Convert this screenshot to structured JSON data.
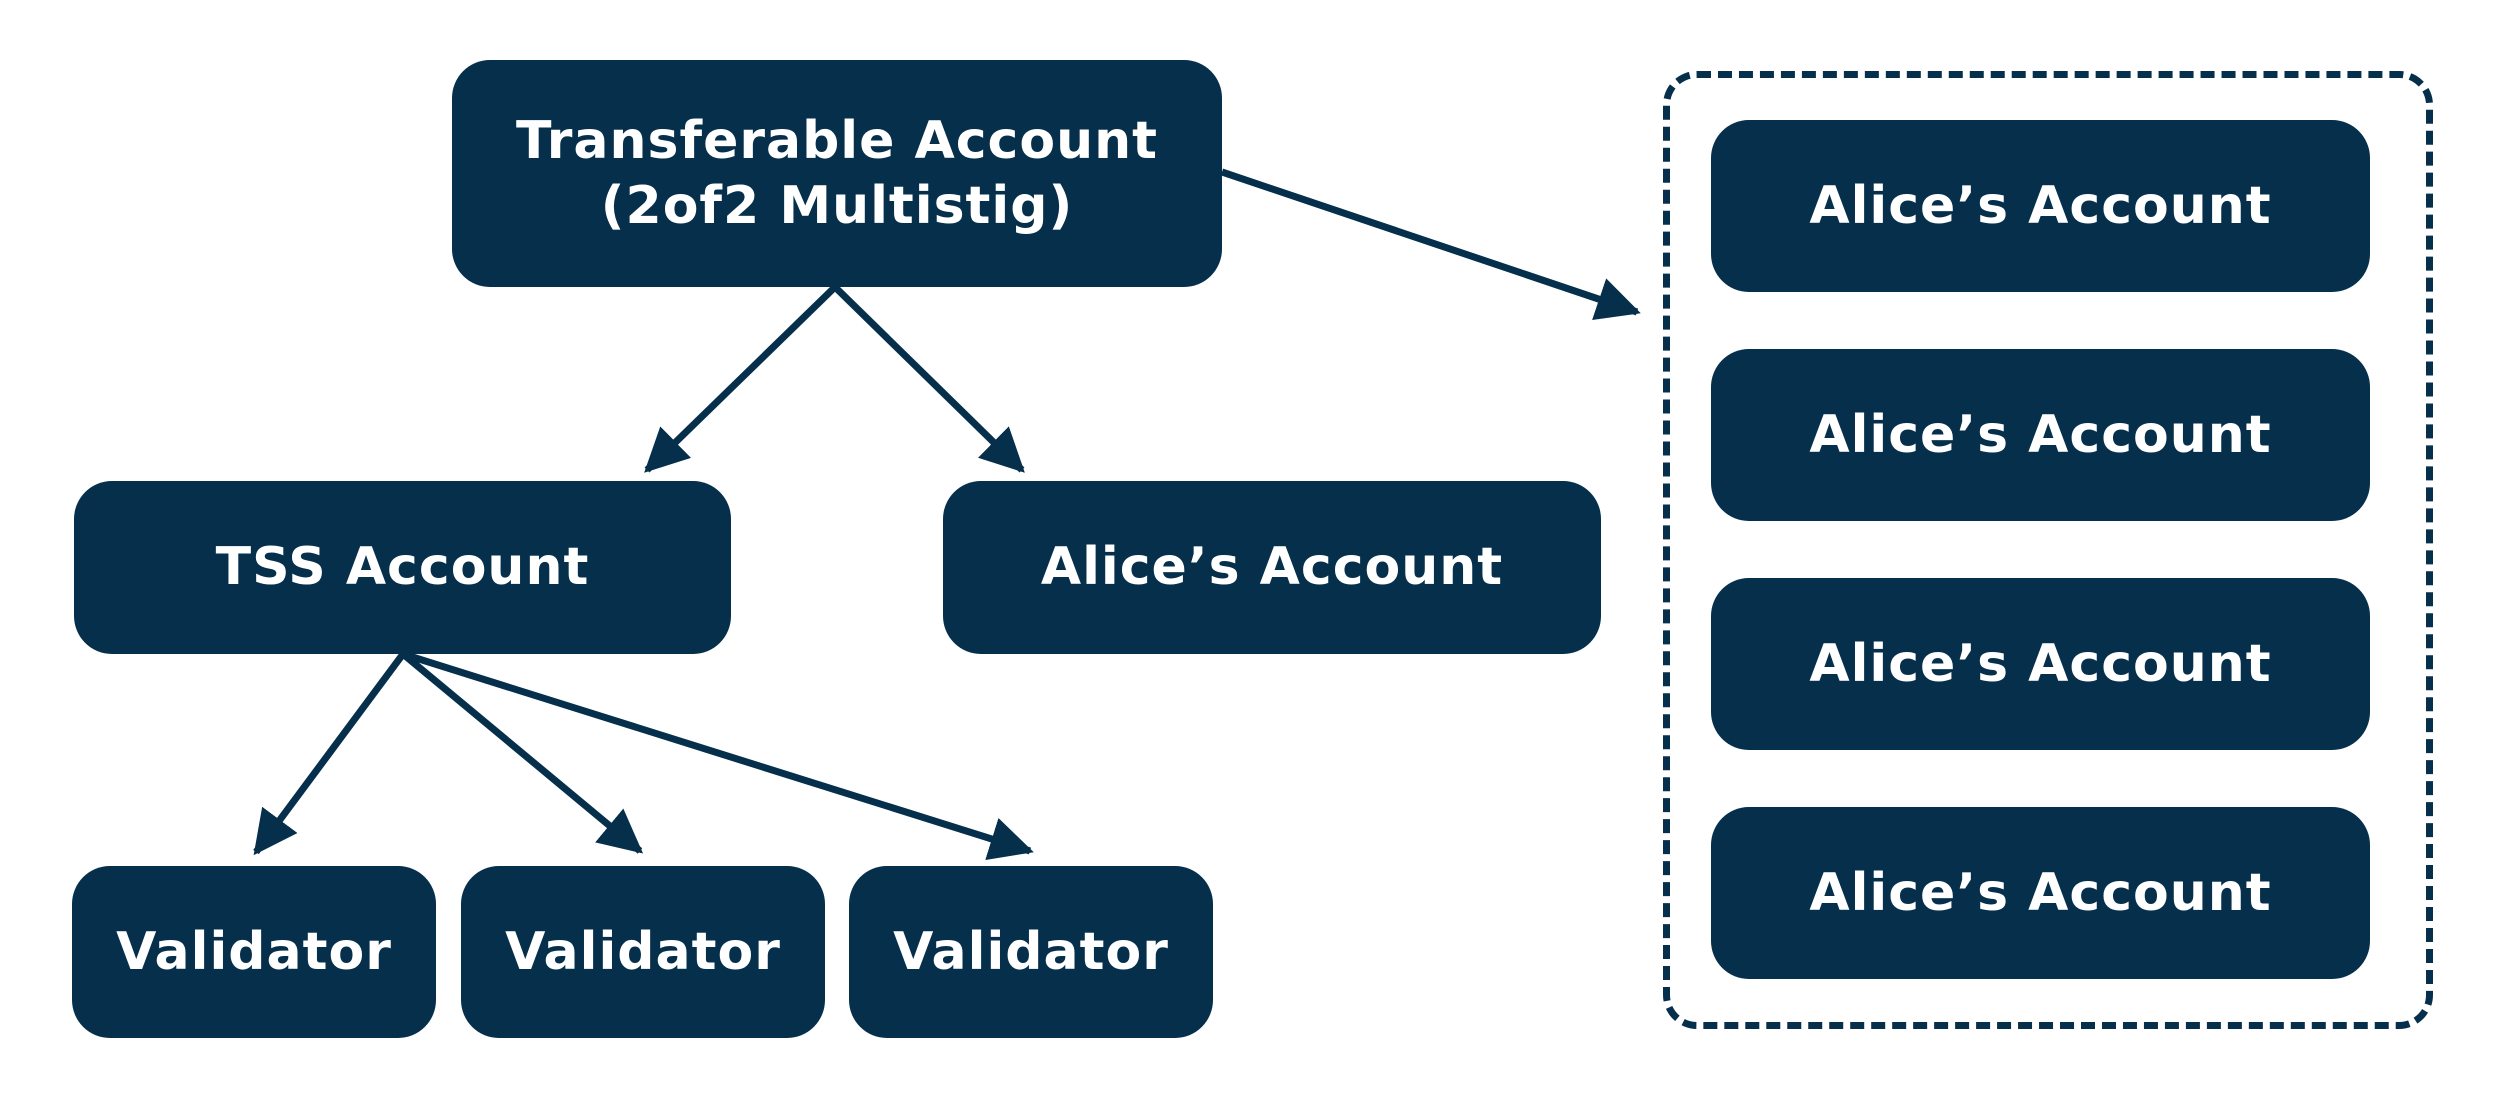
{
  "colors": {
    "node_fill": "#052f4b",
    "node_text": "#ffffff",
    "edge": "#052f4b",
    "background": "#ffffff"
  },
  "nodes": {
    "transferable": {
      "line1": "Transferable Account",
      "line2": "(2of2 Multistig)"
    },
    "tss": {
      "label": "TSS Account"
    },
    "alice_main": {
      "label": "Alice’s Account"
    },
    "validators": [
      {
        "label": "Validator"
      },
      {
        "label": "Validator"
      },
      {
        "label": "Validator"
      }
    ],
    "alice_group": [
      {
        "label": "Alice’s Account"
      },
      {
        "label": "Alice’s Account"
      },
      {
        "label": "Alice’s Account"
      },
      {
        "label": "Alice’s Account"
      }
    ]
  },
  "edges": [
    {
      "from": "Transferable Account",
      "to": "TSS Account"
    },
    {
      "from": "Transferable Account",
      "to": "Alice’s Account"
    },
    {
      "from": "Transferable Account",
      "to": "Alice’s Account group"
    },
    {
      "from": "TSS Account",
      "to": "Validator 1"
    },
    {
      "from": "TSS Account",
      "to": "Validator 2"
    },
    {
      "from": "TSS Account",
      "to": "Validator 3"
    }
  ]
}
